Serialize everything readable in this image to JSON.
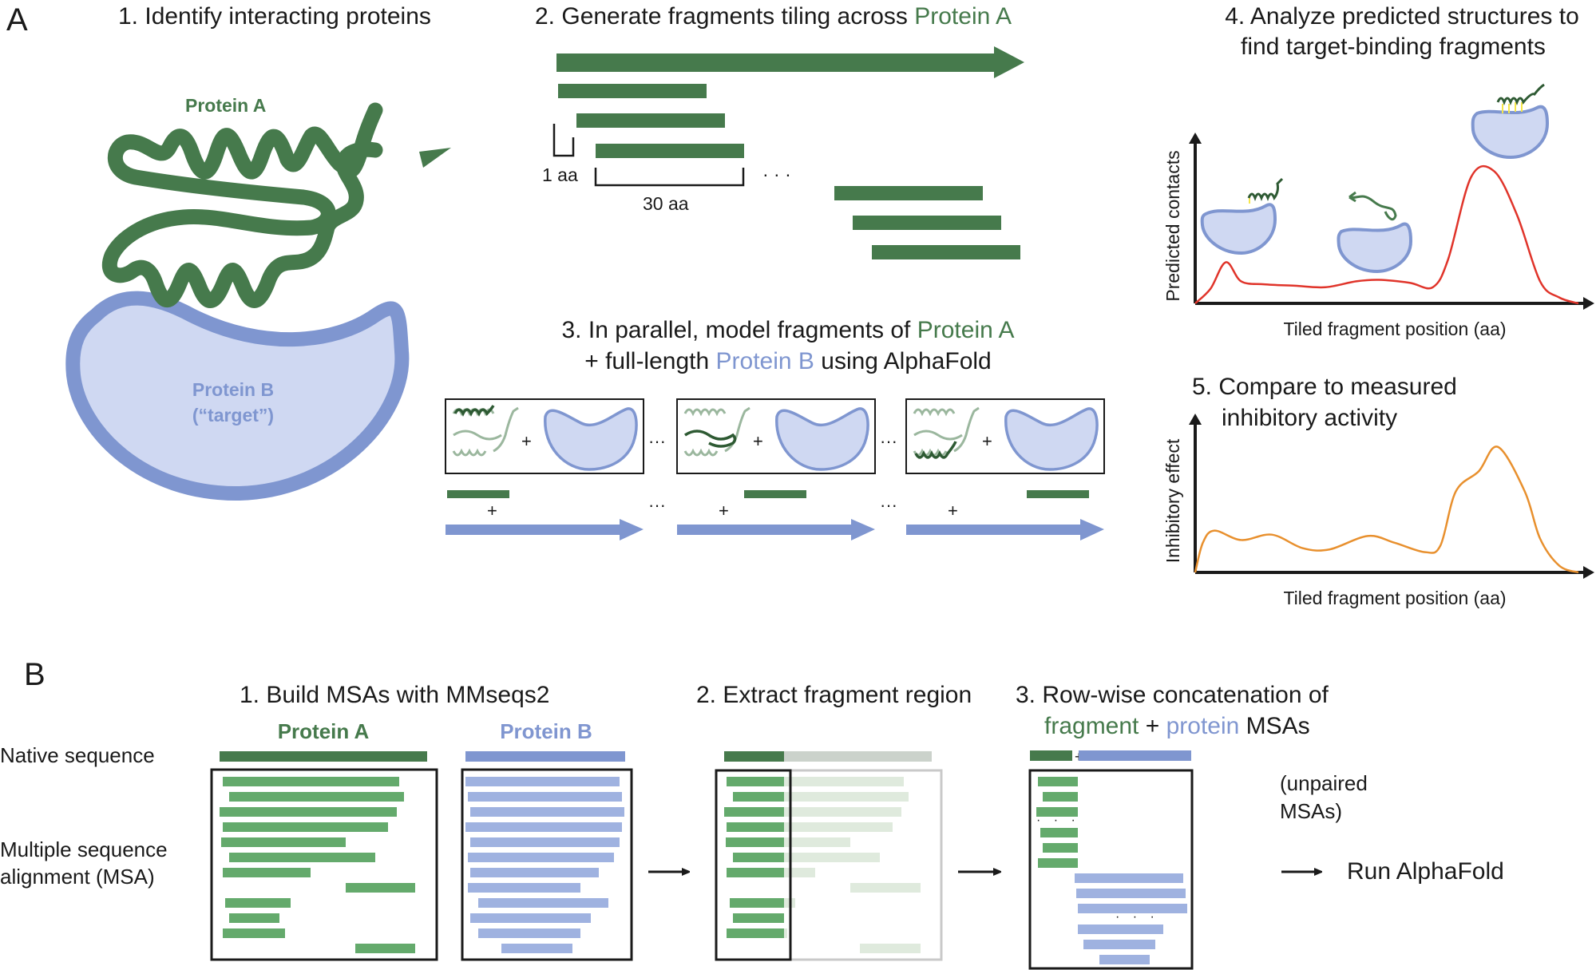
{
  "colors": {
    "green_dark": "#467a4c",
    "green_msa": "#64aa6c",
    "green_light": "#dfeadd",
    "blue_dark": "#7f96d0",
    "blue_fill": "#cfd8f2",
    "blue_msa": "#9fb2e0",
    "gray_bar": "#cbd2cb",
    "contacts_line": "#e0342a",
    "inhibition_line": "#e8902e"
  },
  "panelA": {
    "label": "A",
    "step1": {
      "title": "1. Identify interacting proteins",
      "protein_a": "Protein A",
      "protein_b": "Protein B",
      "protein_b_note": "(“target”)"
    },
    "step2": {
      "title_prefix": "2. Generate fragments tiling across ",
      "title_highlight": "Protein A",
      "step_label": "1 aa",
      "length_label": "30 aa",
      "ellipsis": "· · ·"
    },
    "step3": {
      "line1_prefix": "3. In parallel, model fragments of ",
      "line1_highlight": "Protein A",
      "line2_prefix": "+ full-length ",
      "line2_highlight": "Protein B",
      "line2_suffix": " using AlphaFold",
      "plus": "+",
      "ellipsis": "···"
    },
    "step4": {
      "line1": "4. Analyze predicted structures to",
      "line2": "find target-binding fragments"
    },
    "step5": {
      "line1": "5. Compare to measured",
      "line2": "inhibitory activity"
    }
  },
  "panelB": {
    "label": "B",
    "row_native": "Native sequence",
    "row_msa_1": "Multiple sequence",
    "row_msa_2": "alignment (MSA)",
    "step1": {
      "title": "1. Build MSAs with MMseqs2",
      "protein_a": "Protein A",
      "protein_b": "Protein B"
    },
    "step2": {
      "title": "2. Extract fragment region"
    },
    "step3": {
      "line1": "3. Row-wise concatenation of",
      "frag": "fragment",
      "plus": " + ",
      "prot": "protein",
      "suffix": " MSAs",
      "unpaired_1": "(unpaired",
      "unpaired_2": " MSAs)",
      "plus_small": "+",
      "dots": "· · ·"
    },
    "run": "Run AlphaFold"
  },
  "chart_data": [
    {
      "type": "line",
      "title": "4. Analyze predicted structures to find target-binding fragments",
      "xlabel": "Tiled fragment position (aa)",
      "ylabel": "Predicted contacts",
      "grid": false,
      "x": [
        0,
        0.04,
        0.08,
        0.12,
        0.18,
        0.26,
        0.34,
        0.42,
        0.48,
        0.56,
        0.62,
        0.66,
        0.72,
        0.78,
        0.84,
        0.9,
        0.95,
        1.0
      ],
      "values": [
        0.0,
        0.1,
        0.28,
        0.15,
        0.13,
        0.12,
        0.11,
        0.15,
        0.16,
        0.14,
        0.11,
        0.3,
        0.86,
        0.9,
        0.6,
        0.15,
        0.04,
        0.0
      ],
      "ylim": [
        0,
        1
      ]
    },
    {
      "type": "line",
      "title": "5. Compare to measured inhibitory activity",
      "xlabel": "Tiled fragment position (aa)",
      "ylabel": "Inhibitory effect",
      "grid": false,
      "x": [
        0,
        0.02,
        0.05,
        0.12,
        0.2,
        0.28,
        0.35,
        0.45,
        0.52,
        0.6,
        0.64,
        0.68,
        0.74,
        0.79,
        0.86,
        0.9,
        0.95,
        1.0
      ],
      "values": [
        0.0,
        0.22,
        0.31,
        0.24,
        0.28,
        0.18,
        0.17,
        0.27,
        0.22,
        0.15,
        0.2,
        0.6,
        0.75,
        0.93,
        0.6,
        0.25,
        0.05,
        0.0
      ],
      "ylim": [
        0,
        1
      ]
    }
  ]
}
